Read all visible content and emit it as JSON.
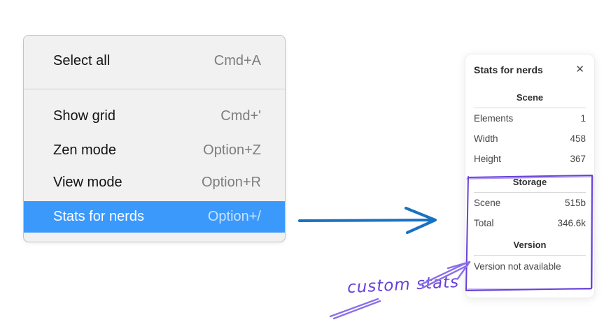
{
  "context_menu": {
    "items": [
      {
        "type": "item",
        "label": "Select all",
        "shortcut": "Cmd+A",
        "highlighted": false
      },
      {
        "type": "separator"
      },
      {
        "type": "item",
        "label": "Show grid",
        "shortcut": "Cmd+'",
        "highlighted": false
      },
      {
        "type": "item",
        "label": "Zen mode",
        "shortcut": "Option+Z",
        "highlighted": false
      },
      {
        "type": "item",
        "label": "View mode",
        "shortcut": "Option+R",
        "highlighted": false
      },
      {
        "type": "item",
        "label": "Stats for nerds",
        "shortcut": "Option+/",
        "highlighted": true
      }
    ]
  },
  "stats_panel": {
    "title": "Stats for nerds",
    "close_icon": "✕",
    "sections": [
      {
        "heading": "Scene",
        "rows": [
          {
            "label": "Elements",
            "value": "1"
          },
          {
            "label": "Width",
            "value": "458"
          },
          {
            "label": "Height",
            "value": "367"
          }
        ]
      },
      {
        "heading": "Storage",
        "rows": [
          {
            "label": "Scene",
            "value": "515b"
          },
          {
            "label": "Total",
            "value": "346.6k"
          }
        ]
      },
      {
        "heading": "Version",
        "note": "Version not available"
      }
    ]
  },
  "annotations": {
    "custom_stats_label": "custom stats"
  },
  "colors": {
    "menu_highlight": "#3b99fc",
    "arrow_blue": "#1971c2",
    "annotation_purple": "#6741d9",
    "annotation_arrow_purple": "#8b6fe8"
  }
}
